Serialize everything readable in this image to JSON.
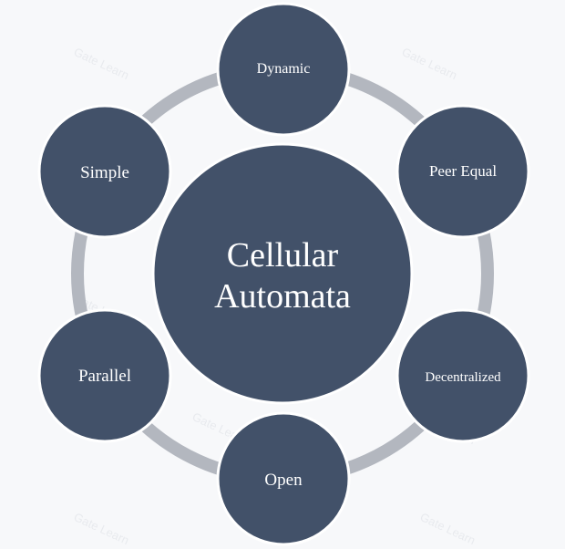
{
  "center": {
    "line1": "Cellular",
    "line2": "Automata"
  },
  "nodes": [
    {
      "id": "dynamic",
      "label": "Dynamic"
    },
    {
      "id": "peer-equal",
      "label": "Peer Equal"
    },
    {
      "id": "decentralized",
      "label": "Decentralized"
    },
    {
      "id": "open",
      "label": "Open"
    },
    {
      "id": "parallel",
      "label": "Parallel"
    },
    {
      "id": "simple",
      "label": "Simple"
    }
  ],
  "watermark": "Gate Learn",
  "colors": {
    "node_fill": "#425169",
    "ring": "#b3b7bf",
    "node_stroke": "#ffffff",
    "background": "#f7f8fa"
  }
}
